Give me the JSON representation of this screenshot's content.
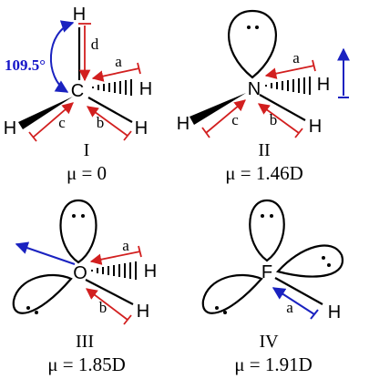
{
  "angle_label": "109.5°",
  "molecules": [
    {
      "id": "I",
      "center": "C",
      "numeral": "I",
      "mu": "μ = 0",
      "atoms": [
        "H",
        "H",
        "H",
        "H"
      ],
      "bond_labels": [
        "d",
        "a",
        "c",
        "b"
      ]
    },
    {
      "id": "II",
      "center": "N",
      "numeral": "II",
      "mu": "μ = 1.46D",
      "atoms": [
        "H",
        "H",
        "H"
      ],
      "bond_labels": [
        "a",
        "c",
        "b"
      ]
    },
    {
      "id": "III",
      "center": "O",
      "numeral": "III",
      "mu": "μ = 1.85D",
      "atoms": [
        "H",
        "H"
      ],
      "bond_labels": [
        "a",
        "b"
      ]
    },
    {
      "id": "IV",
      "center": "F",
      "numeral": "IV",
      "mu": "μ = 1.91D",
      "atoms": [
        "H"
      ],
      "bond_labels": [
        "a"
      ]
    }
  ],
  "colors": {
    "bond_vector": "#d21f1f",
    "dipole_arrow": "#1a22c0",
    "angle": "#1515c8"
  }
}
